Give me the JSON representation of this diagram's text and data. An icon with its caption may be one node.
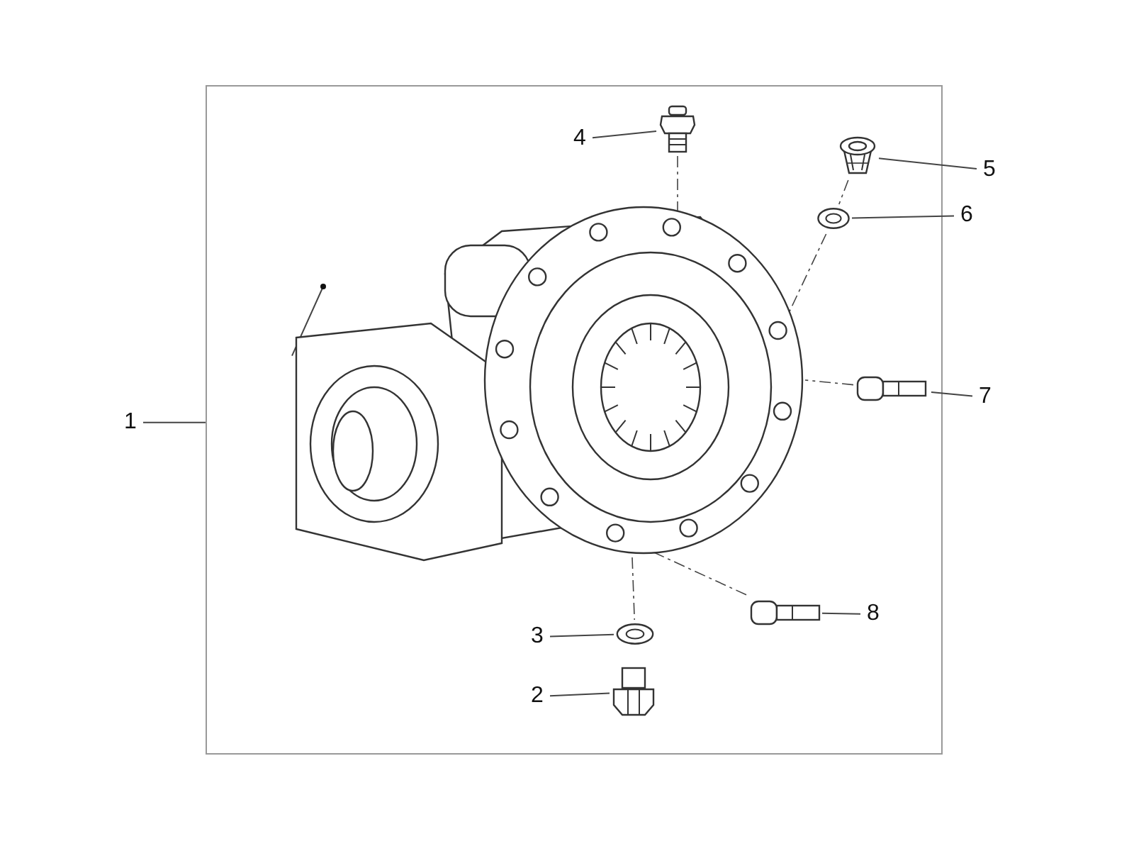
{
  "diagram": {
    "nodes": [
      {
        "text": [],
        "shape": "box"
      },
      {
        "text": [
          "4"
        ],
        "in": 0
      },
      {
        "text": [],
        "shape": "picture",
        "in": 0
      },
      {
        "text": [
          "5"
        ]
      },
      {
        "text": [],
        "shape": "picture",
        "in": 0
      },
      {
        "text": [
          "6"
        ]
      },
      {
        "text": [],
        "shape": "picture",
        "in": 0
      },
      {
        "text": [
          "1"
        ]
      },
      {
        "text": [],
        "shape": "picture",
        "in": 0
      },
      {
        "text": [
          "7"
        ]
      },
      {
        "text": [],
        "shape": "picture",
        "in": 0
      },
      {
        "text": [
          "8"
        ],
        "in": 0
      },
      {
        "text": [],
        "shape": "picture",
        "in": 0
      },
      {
        "text": [
          "3"
        ],
        "in": 0
      },
      {
        "text": [],
        "shape": "picture",
        "in": 0
      },
      {
        "text": [
          "2"
        ],
        "in": 0
      },
      {
        "text": [],
        "shape": "picture",
        "in": 0
      }
    ],
    "edges": [
      {
        "from": 1,
        "to": 2,
        "arrow": "none"
      },
      {
        "from": 3,
        "to": 4,
        "arrow": "none"
      },
      {
        "from": 5,
        "to": 6,
        "arrow": "none"
      },
      {
        "from": 7,
        "to": 0,
        "arrow": "none"
      },
      {
        "from": null,
        "to": 8,
        "arrow": "other"
      },
      {
        "from": 9,
        "to": 10,
        "arrow": "none"
      },
      {
        "from": 11,
        "to": 12,
        "arrow": "none"
      },
      {
        "from": 13,
        "to": 14,
        "arrow": "none"
      },
      {
        "from": 15,
        "to": 16,
        "arrow": "none"
      },
      {
        "from": 2,
        "to": 8,
        "arrow": "none",
        "style": "dashed"
      },
      {
        "from": 4,
        "to": 6,
        "arrow": "none",
        "style": "dashed"
      },
      {
        "from": 6,
        "to": 8,
        "arrow": "none",
        "style": "dashed"
      },
      {
        "from": 10,
        "to": 8,
        "arrow": "none",
        "style": "dashed"
      },
      {
        "from": 8,
        "to": 12,
        "arrow": "none",
        "style": "dashed"
      },
      {
        "from": 8,
        "to": 14,
        "arrow": "none",
        "style": "dashed"
      }
    ]
  }
}
